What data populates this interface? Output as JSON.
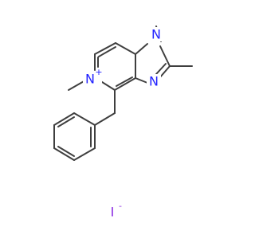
{
  "colors": {
    "bond": "#3f3f3f",
    "nitrogen": "#2222ff",
    "iodine": "#8a2be2",
    "background": "#ffffff"
  },
  "atoms": {
    "n1": {
      "symbol": "N"
    },
    "n3": {
      "symbol": "N"
    },
    "n5": {
      "symbol": "N",
      "charge": "+"
    },
    "iodide": {
      "symbol": "I",
      "charge": "-"
    }
  }
}
